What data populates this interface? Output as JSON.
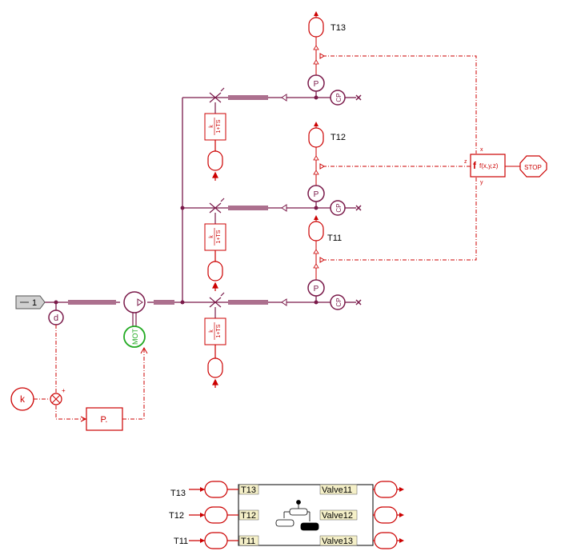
{
  "tank_labels": {
    "t13": "T13",
    "t12": "T12",
    "t11": "T11"
  },
  "blocks": {
    "source_label": "1",
    "d_label": "d",
    "k_label": "k",
    "p_label": "P.",
    "mot_label": "MOT",
    "pump_label": "P",
    "cp_label": "CP",
    "tf_numerator": "k",
    "tf_denominator": "1+TS",
    "func_label": "f(x,y,z)",
    "func_port_x": "x",
    "func_port_y": "y",
    "func_port_z": "z",
    "stop_label": "STOP",
    "sum_plus": "+"
  },
  "controller": {
    "input_labels": [
      "T13",
      "T12",
      "T11"
    ],
    "output_labels": [
      "Valve11",
      "Valve12",
      "Valve13"
    ],
    "ext_labels": [
      "T13",
      "T12",
      "T11"
    ]
  },
  "colors": {
    "hydraulic": "#7a1a4a",
    "signal": "#cc0000",
    "motor": "#22aa22",
    "port_fill": "#f5f0c8"
  }
}
